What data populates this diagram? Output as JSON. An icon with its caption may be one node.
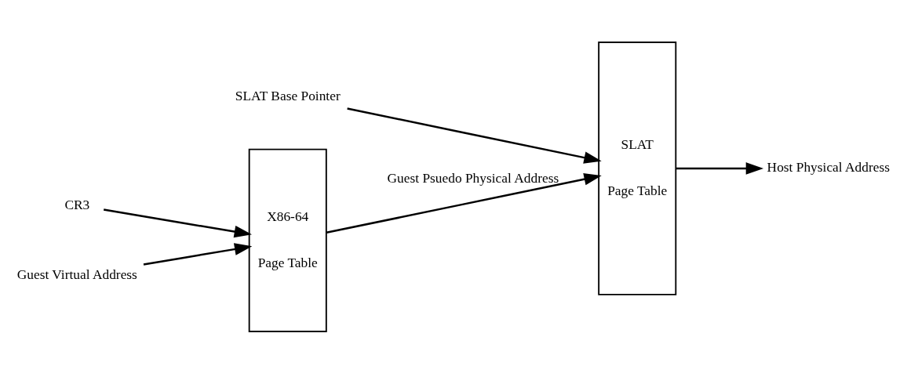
{
  "diagram": {
    "nodes": [
      {
        "text": [
          "SLAT Base Pointer"
        ]
      },
      {
        "text": [
          "CR3"
        ]
      },
      {
        "text": [
          "X86-64",
          "Page Table"
        ]
      },
      {
        "text": [
          "SLAT",
          "Page Table"
        ]
      },
      {
        "text": [
          "Guest Virtual Address"
        ]
      },
      {
        "text": [
          "Host Physical Address"
        ]
      }
    ],
    "edges": [
      {
        "from": 0,
        "to": 3,
        "arrow": "to"
      },
      {
        "from": 1,
        "to": 2,
        "arrow": "to"
      },
      {
        "from": 4,
        "to": 2,
        "arrow": "to"
      },
      {
        "from": 2,
        "to": 3,
        "arrow": "to",
        "label": "Guest Psuedo Physical Address"
      },
      {
        "from": 3,
        "to": 5,
        "arrow": "to"
      }
    ]
  }
}
